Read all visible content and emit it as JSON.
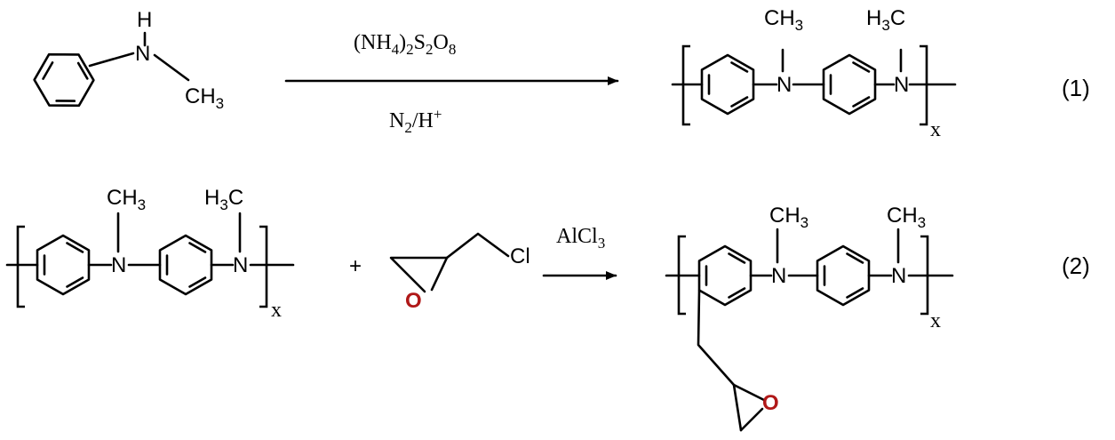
{
  "colors": {
    "bond": "#000000",
    "oxygen": "#b01818",
    "background": "#ffffff"
  },
  "reaction1": {
    "reagent_above": {
      "pre": "(NH",
      "s1": "4",
      "mid1": ")",
      "s2": "2",
      "mid2": "S",
      "s3": "2",
      "mid3": "O",
      "s4": "8"
    },
    "reagent_below": {
      "pre": "N",
      "s1": "2",
      "mid": "/H",
      "sup": "+"
    },
    "reactant": {
      "nh_label": "H",
      "n_label": "N",
      "methyl": "CH",
      "methyl_sub": "3"
    },
    "product": {
      "n1": "N",
      "methyl1": "CH",
      "methyl1_sub": "3",
      "n2": "N",
      "methyl2_pre": "H",
      "methyl2_sub": "3",
      "methyl2_post": "C",
      "repeat": "x"
    },
    "number": "(1)"
  },
  "reaction2": {
    "reactant": {
      "n1": "N",
      "methyl1": "CH",
      "methyl1_sub": "3",
      "n2": "N",
      "methyl2_pre": "H",
      "methyl2_sub": "3",
      "methyl2_post": "C",
      "repeat": "x"
    },
    "plus": "+",
    "epichlorohydrin": {
      "oxygen": "O",
      "chlorine": "Cl"
    },
    "catalyst": {
      "pre": "AlCl",
      "sub": "3"
    },
    "product": {
      "n1": "N",
      "methyl1": "CH",
      "methyl1_sub": "3",
      "n2": "N",
      "methyl2": "CH",
      "methyl2_sub": "3",
      "repeat": "x",
      "oxygen": "O"
    },
    "number": "(2)"
  }
}
